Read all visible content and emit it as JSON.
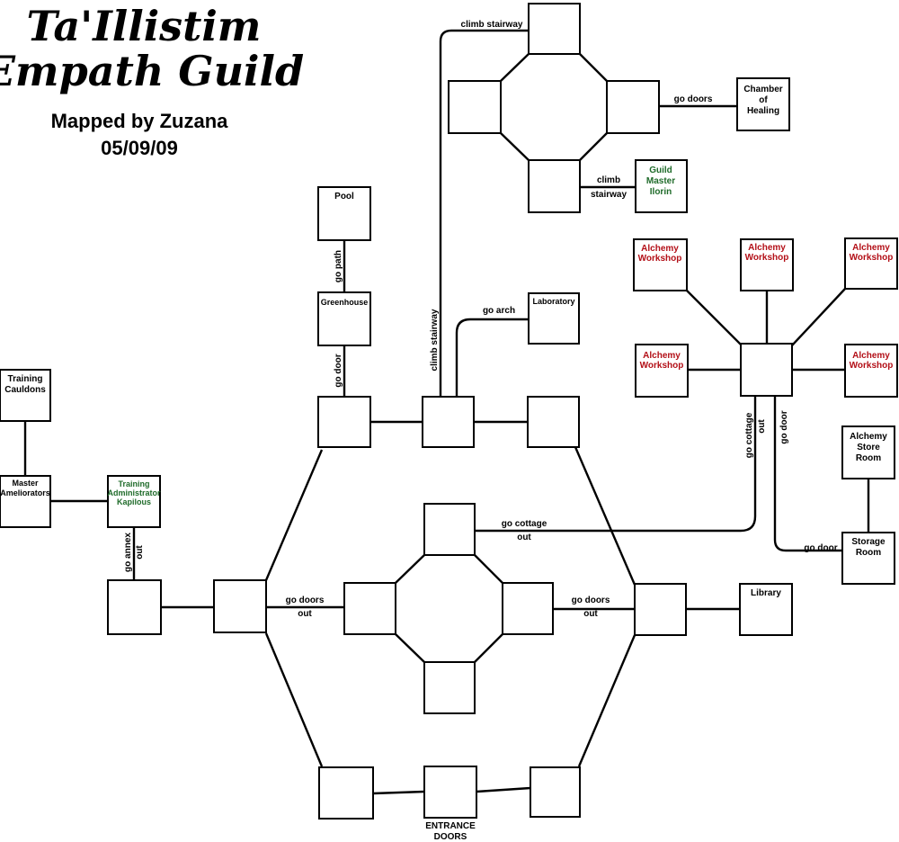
{
  "header": {
    "title_line1": "Ta'Illistim",
    "title_line2": "Empath Guild",
    "mapped_by": "Mapped by Zuzana",
    "date": "05/09/09"
  },
  "rooms": {
    "pool": "Pool",
    "greenhouse": "Greenhouse",
    "laboratory": "Laboratory",
    "training_cauldons_1": "Training",
    "training_cauldons_2": "Cauldons",
    "master_1": "Master",
    "master_2": "Ameliorators",
    "training_admin_1": "Training",
    "training_admin_2": "Administrator",
    "training_admin_3": "Kapilous",
    "chamber_1": "Chamber",
    "chamber_2": "of",
    "chamber_3": "Healing",
    "guild_master_1": "Guild",
    "guild_master_2": "Master",
    "guild_master_3": "Ilorin",
    "alchemy_1": "Alchemy",
    "alchemy_2": "Workshop",
    "alchemy_store_1": "Alchemy",
    "alchemy_store_2": "Store",
    "alchemy_store_3": "Room",
    "storage_1": "Storage",
    "storage_2": "Room",
    "library": "Library",
    "entrance_1": "ENTRANCE",
    "entrance_2": "DOORS"
  },
  "links": {
    "climb_stairway": "climb stairway",
    "climb": "climb",
    "stairway": "stairway",
    "go_doors": "go doors",
    "go_path": "go path",
    "go_door": "go door",
    "go_arch": "go arch",
    "go_cottage": "go cottage",
    "out": "out",
    "go_annex": "go annex",
    "go_doors_out_1": "go doors",
    "go_doors_out_2": "out"
  },
  "colors": {
    "alchemy": "#b30f17",
    "npc": "#1f6b2a",
    "line": "#000000"
  }
}
